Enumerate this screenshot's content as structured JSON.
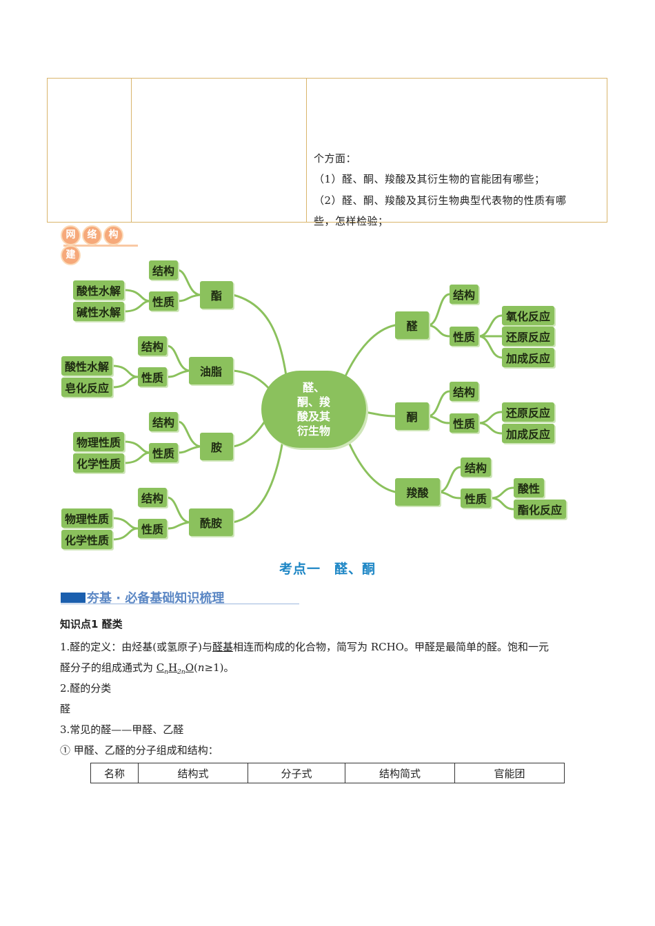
{
  "top_table": {
    "lines": [
      "个方面：",
      "（1）醛、酮、羧酸及其衍生物的官能团有哪些；",
      "（2）醛、酮、羧酸及其衍生物典型代表物的性质有哪",
      "些，怎样检验；"
    ]
  },
  "badge": {
    "chars": [
      "网",
      "络",
      "构",
      "建"
    ]
  },
  "mindmap": {
    "center_lines": [
      "醛、",
      "酮、羧",
      "酸及其",
      "衍生物"
    ],
    "nodes": {
      "zhi": "酯",
      "youzhi": "油脂",
      "an": "胺",
      "xianan": "酰胺",
      "quan": "醛",
      "tong": "酮",
      "suosuan": "羧酸",
      "structure": "结构",
      "property": "性质",
      "acid_hydrolysis": "酸性水解",
      "base_hydrolysis": "碱性水解",
      "saponification": "皂化反应",
      "physical": "物理性质",
      "chemical": "化学性质",
      "oxidation": "氧化反应",
      "reduction": "还原反应",
      "addition": "加成反应",
      "acidity": "酸性",
      "esterification": "酯化反应"
    }
  },
  "kaodian": "考点一　醛、酮",
  "section_title": "夯基 · 必备基础知识梳理",
  "content": {
    "kp1": "知识点1 醛类",
    "def_1": "1.醛的定义：由烃基(或氢原子)与",
    "def_u": "醛基",
    "def_2": "相连而构成的化合物，简写为 RCHO。甲醛是最简单的醛。饱和一元",
    "formula_prefix": "醛分子的组成通式为 ",
    "formula_C": "C",
    "formula_n1": "n",
    "formula_H": "H",
    "formula_2n": "2n",
    "formula_O": "O",
    "formula_open": "(",
    "formula_n": "n",
    "formula_cond": "≥1)。",
    "cls": "2.醛的分类",
    "quan": "醛",
    "common": "3.常见的醛——甲醛、乙醛",
    "sub1": "① 甲醛、乙醛的分子组成和结构："
  },
  "table2": {
    "headers": [
      "名称",
      "结构式",
      "分子式",
      "结构简式",
      "官能团"
    ]
  }
}
